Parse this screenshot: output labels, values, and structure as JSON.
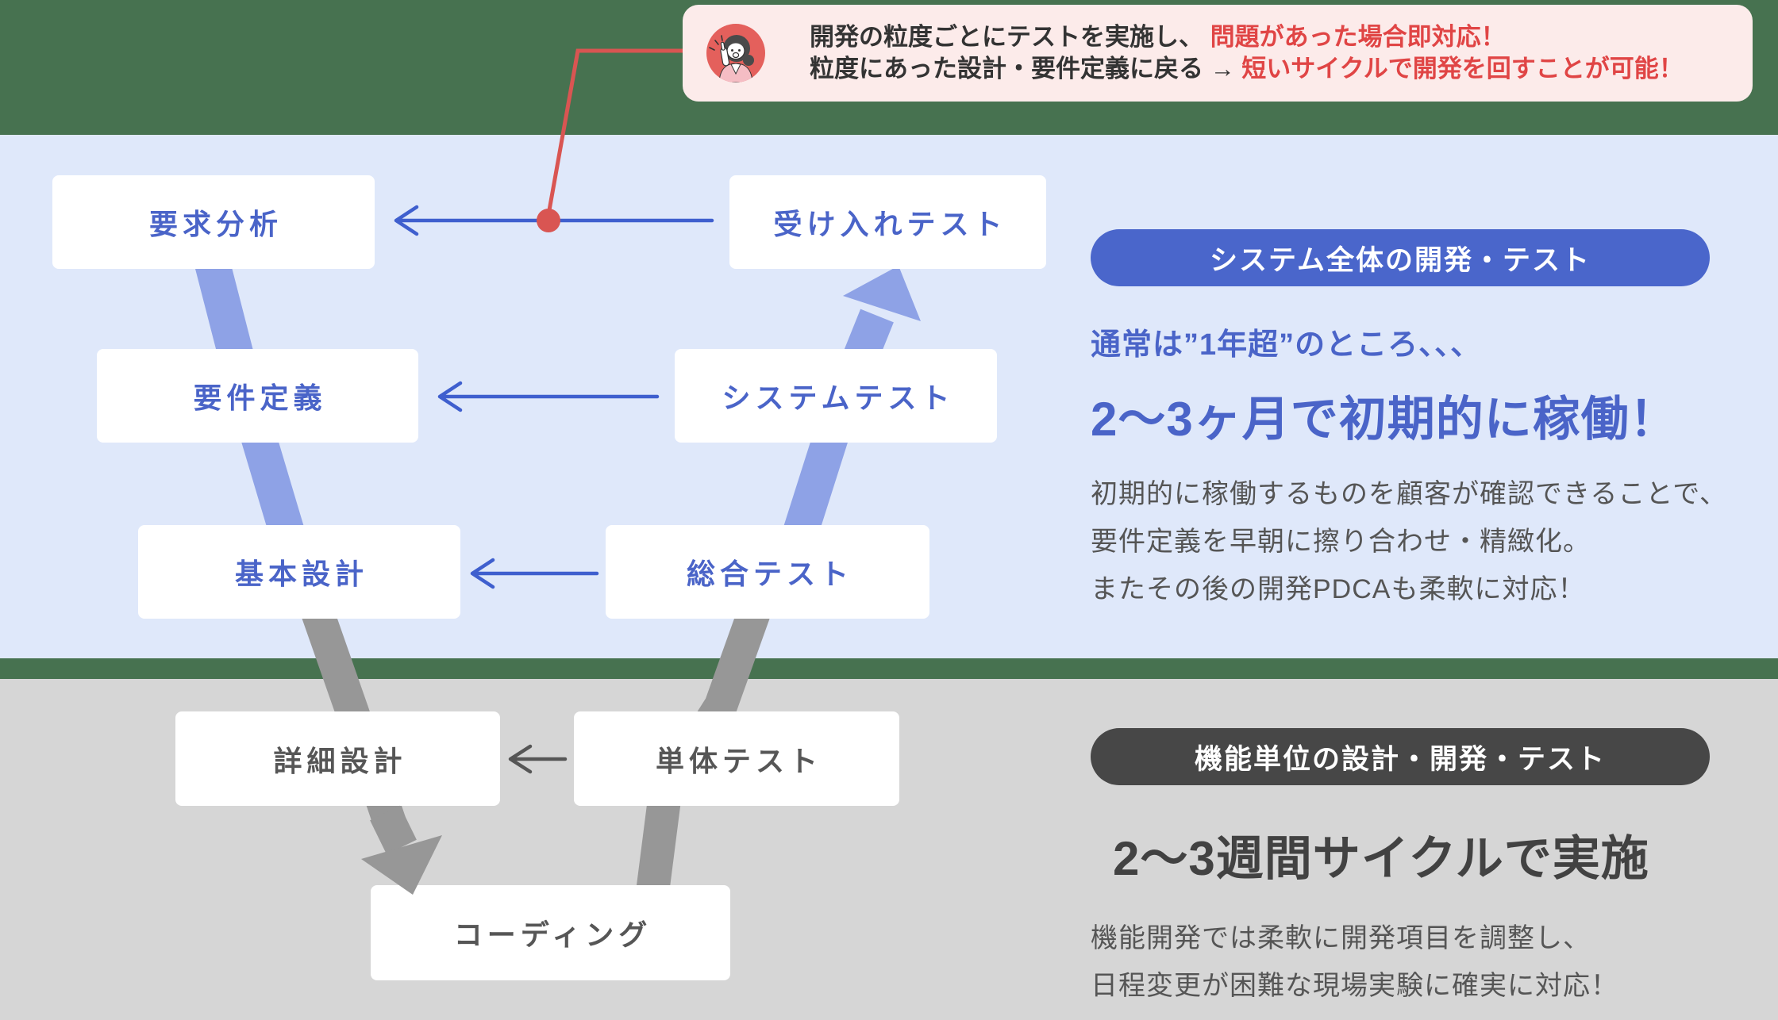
{
  "annotation": {
    "line1_black": "開発の粒度ごとにテストを実施し、",
    "line1_red": "問題があった場合即対応！",
    "line2_black": "粒度にあった設計・要件定義に戻る →",
    "line2_red": "短いサイクルで開発を回すことが可能！"
  },
  "diagram": {
    "boxes": [
      {
        "id": "requirement-analysis",
        "label": "要求分析"
      },
      {
        "id": "acceptance-test",
        "label": "受け入れテスト"
      },
      {
        "id": "requirement-definition",
        "label": "要件定義"
      },
      {
        "id": "system-test",
        "label": "システムテスト"
      },
      {
        "id": "basic-design",
        "label": "基本設計"
      },
      {
        "id": "integration-test",
        "label": "総合テスト"
      },
      {
        "id": "detailed-design",
        "label": "詳細設計"
      },
      {
        "id": "unit-test",
        "label": "単体テスト"
      },
      {
        "id": "coding",
        "label": "コーディング"
      }
    ]
  },
  "panel_system": {
    "badge": "システム全体の開発・テスト",
    "lead": "通常は”1年超”のところ、、、",
    "headline": "2〜3ヶ月で初期的に稼働！",
    "body_lines": [
      "初期的に稼働するものを顧客が確認できることで、",
      "要件定義を早朝に擦り合わせ・精緻化。",
      "またその後の開発PDCAも柔軟に対応！"
    ]
  },
  "panel_feature": {
    "badge": "機能単位の設計・開発・テスト",
    "headline": "2〜3週間サイクルで実施",
    "body_lines": [
      "機能開発では柔軟に開発項目を調整し、",
      "日程変更が困難な現場実験に確実に対応！"
    ]
  },
  "colors": {
    "header_green": "#477250",
    "section_blue_bg": "#dfe8fa",
    "section_gray_bg": "#d6d6d6",
    "accent_blue": "#4a64c8",
    "pill_blue": "#4a66cb",
    "thick_band_blue": "#8ea2e6",
    "thick_band_gray": "#979797",
    "thin_arrow_blue": "#3f5fce",
    "dark_text": "#565656",
    "body_text": "#555555",
    "badge_dark": "#474747",
    "callout_pink_bg": "#fcebea",
    "callout_red": "#e04545",
    "connector_red": "#d95552"
  }
}
